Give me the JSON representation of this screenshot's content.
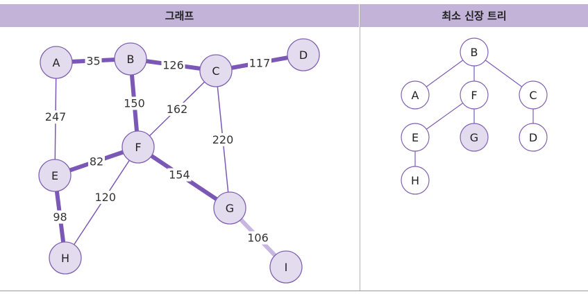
{
  "headers": {
    "graph": "그래프",
    "mst": "최소 신장 트리"
  },
  "colors": {
    "header_bg": "#c3b3d9",
    "node_fill": "#e3dcee",
    "node_stroke": "#8161b0",
    "edge_thick": "#7b58b5",
    "edge_thin": "#7b58b5",
    "edge_light": "#c7b6e0",
    "tree_node_fill": "#ffffff",
    "tree_node_highlight": "#e3dcee"
  },
  "graph": {
    "nodes": [
      {
        "id": "A",
        "label": "A"
      },
      {
        "id": "B",
        "label": "B"
      },
      {
        "id": "C",
        "label": "C"
      },
      {
        "id": "D",
        "label": "D"
      },
      {
        "id": "E",
        "label": "E"
      },
      {
        "id": "F",
        "label": "F"
      },
      {
        "id": "G",
        "label": "G"
      },
      {
        "id": "H",
        "label": "H"
      },
      {
        "id": "I",
        "label": "I"
      }
    ],
    "edges": [
      {
        "from": "A",
        "to": "B",
        "weight": "35",
        "style": "thick"
      },
      {
        "from": "B",
        "to": "C",
        "weight": "126",
        "style": "thick"
      },
      {
        "from": "C",
        "to": "D",
        "weight": "117",
        "style": "thick"
      },
      {
        "from": "A",
        "to": "E",
        "weight": "247",
        "style": "thin"
      },
      {
        "from": "B",
        "to": "F",
        "weight": "150",
        "style": "thick"
      },
      {
        "from": "C",
        "to": "F",
        "weight": "162",
        "style": "thin"
      },
      {
        "from": "C",
        "to": "G",
        "weight": "220",
        "style": "thin"
      },
      {
        "from": "E",
        "to": "F",
        "weight": "82",
        "style": "thick"
      },
      {
        "from": "F",
        "to": "G",
        "weight": "154",
        "style": "thick"
      },
      {
        "from": "F",
        "to": "H",
        "weight": "120",
        "style": "thin"
      },
      {
        "from": "E",
        "to": "H",
        "weight": "98",
        "style": "thick"
      },
      {
        "from": "G",
        "to": "I",
        "weight": "106",
        "style": "light"
      }
    ]
  },
  "tree": {
    "nodes": [
      {
        "id": "B",
        "label": "B",
        "highlight": false
      },
      {
        "id": "A",
        "label": "A",
        "highlight": false
      },
      {
        "id": "F",
        "label": "F",
        "highlight": false
      },
      {
        "id": "C",
        "label": "C",
        "highlight": false
      },
      {
        "id": "E",
        "label": "E",
        "highlight": false
      },
      {
        "id": "G",
        "label": "G",
        "highlight": true
      },
      {
        "id": "D",
        "label": "D",
        "highlight": false
      },
      {
        "id": "H",
        "label": "H",
        "highlight": false
      }
    ],
    "edges": [
      {
        "from": "B",
        "to": "A"
      },
      {
        "from": "B",
        "to": "F"
      },
      {
        "from": "B",
        "to": "C"
      },
      {
        "from": "F",
        "to": "E"
      },
      {
        "from": "F",
        "to": "G"
      },
      {
        "from": "C",
        "to": "D"
      },
      {
        "from": "E",
        "to": "H"
      }
    ]
  }
}
